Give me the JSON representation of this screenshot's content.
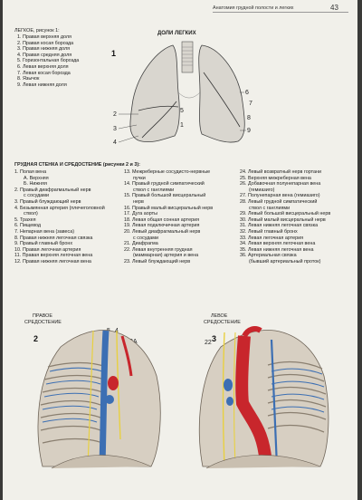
{
  "header": {
    "title": "Анатомия грудной полости и легких",
    "page_number": "43"
  },
  "lungs": {
    "title": "ДОЛИ ЛЕГКИХ",
    "subtitle": "ЛЕГКОЕ, рисунок 1:",
    "figure_number": "1",
    "legend": [
      "1. Правая верхняя доля",
      "2. Правая косая борозда",
      "3. Правая нижняя доля",
      "4. Правая средняя доля",
      "5. Горизонтальная борозда",
      "6. Левая верхняя доля",
      "7. Левая косая борозда",
      "8. Язычок",
      "9. Левая нижняя доля"
    ],
    "callouts": [
      "1",
      "2",
      "3",
      "4",
      "5",
      "6",
      "7",
      "8",
      "9"
    ]
  },
  "chest": {
    "title": "ГРУДНАЯ СТЕНКА И СРЕДОСТЕНИЕ (рисунки 2 и 3):",
    "col1": [
      "1. Полая вена",
      "А. Верхняя",
      "Б. Нижняя",
      "2. Правый диафрагмальный нерв",
      "с сосудами",
      "3. Правый блуждающий нерв",
      "4. Безымянная артерия (плечеголовной",
      "ствол)",
      "5. Трахея",
      "6. Пищевод",
      "7. Непарная вена (завеса)",
      "8. Правая нижняя легочная связка",
      "9. Правый главный бронх",
      "10. Правая легочная артерия",
      "11. Правая верхняя легочная вена",
      "12. Правая нижняя легочная вена"
    ],
    "col2": [
      "13. Межреберные сосудисто-нервные",
      "пучки",
      "14. Правый грудной симпатический",
      "ствол с ганглиями",
      "15. Правый большой висцеральный",
      "нерв",
      "16. Правый малый висцеральный нерв",
      "17. Дуга аорты",
      "18. Левая общая сонная артерия",
      "19. Левая подключичная артерия",
      "20. Левый диафрагмальный нерв",
      "с сосудами",
      "21. Диафрагма",
      "22. Левая внутренняя грудная",
      "(маммарная) артерия и вена",
      "23. Левый блуждающий нерв"
    ],
    "col3": [
      "24. Левый возвратный нерв гортани",
      "25. Верхняя межреберная вена",
      "26. Добавочная полунепарная вена",
      "(гемиазиго)",
      "27. Полунепарная вена (гемиазиго)",
      "28. Левый грудной симпатический",
      "ствол с ганглиями",
      "29. Левый большой висцеральный нерв",
      "30. Левый малый висцеральный нерв",
      "31. Левая нижняя легочная связка",
      "32. Левый главный бронх",
      "33. Левая легочная артерия",
      "34. Левая верхняя легочная вена",
      "35. Левая нижняя легочная вена",
      "36. Артериальная связка",
      "(бывший артериальный проток)"
    ],
    "fig2": {
      "label_line1": "ПРАВОЕ",
      "label_line2": "СРЕДОСТЕНИЕ",
      "number": "2"
    },
    "fig3": {
      "label_line1": "ЛЕВОЕ",
      "label_line2": "СРЕДОСТЕНИЕ",
      "number": "3"
    },
    "fig2_callouts": [
      "5",
      "4",
      "3А"
    ],
    "fig3_callouts": [
      "22"
    ]
  },
  "colors": {
    "page": "#f1f0ea",
    "lung_fill": "#d9d6cf",
    "artery": "#c8262c",
    "vein": "#3c6fb3",
    "nerve": "#e8d040",
    "tissue": "#d7cfc2"
  }
}
